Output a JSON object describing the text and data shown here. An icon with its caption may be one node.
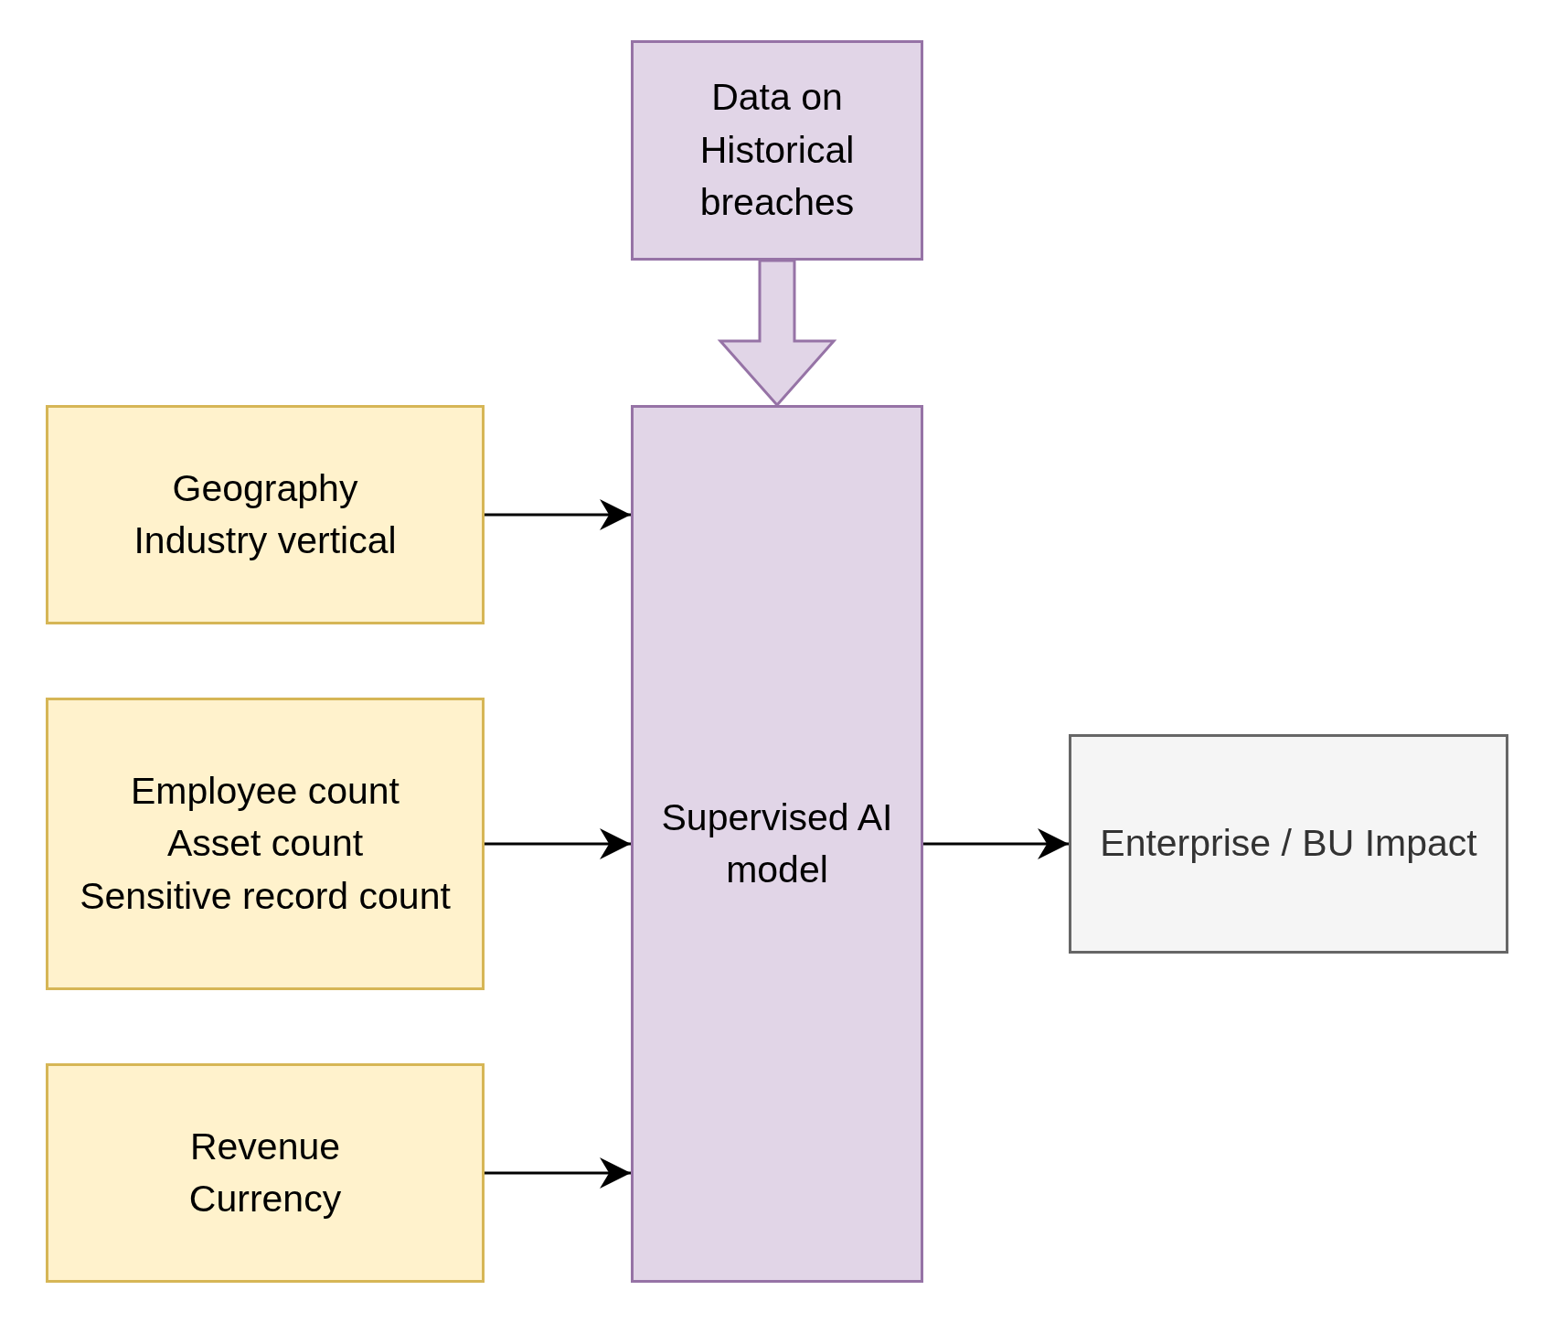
{
  "diagram": {
    "nodes": [
      {
        "text": [
          "Data on Historical breaches"
        ]
      },
      {
        "text": [
          "Geography",
          "Industry vertical"
        ]
      },
      {
        "text": [
          "Employee count",
          "Asset count",
          "Sensitive record count"
        ]
      },
      {
        "text": [
          "Revenue",
          "Currency"
        ]
      },
      {
        "text": [
          "Supervised AI model"
        ]
      },
      {
        "text": [
          "Enterprise / BU Impact"
        ]
      }
    ],
    "edges": [
      {
        "from": 0,
        "to": 4,
        "arrow": "to",
        "style": "thick",
        "color": "#9673a6"
      },
      {
        "from": 1,
        "to": 4,
        "arrow": "to"
      },
      {
        "from": 2,
        "to": 4,
        "arrow": "to"
      },
      {
        "from": 3,
        "to": 4,
        "arrow": "to"
      },
      {
        "from": 4,
        "to": 5,
        "arrow": "to"
      }
    ]
  }
}
